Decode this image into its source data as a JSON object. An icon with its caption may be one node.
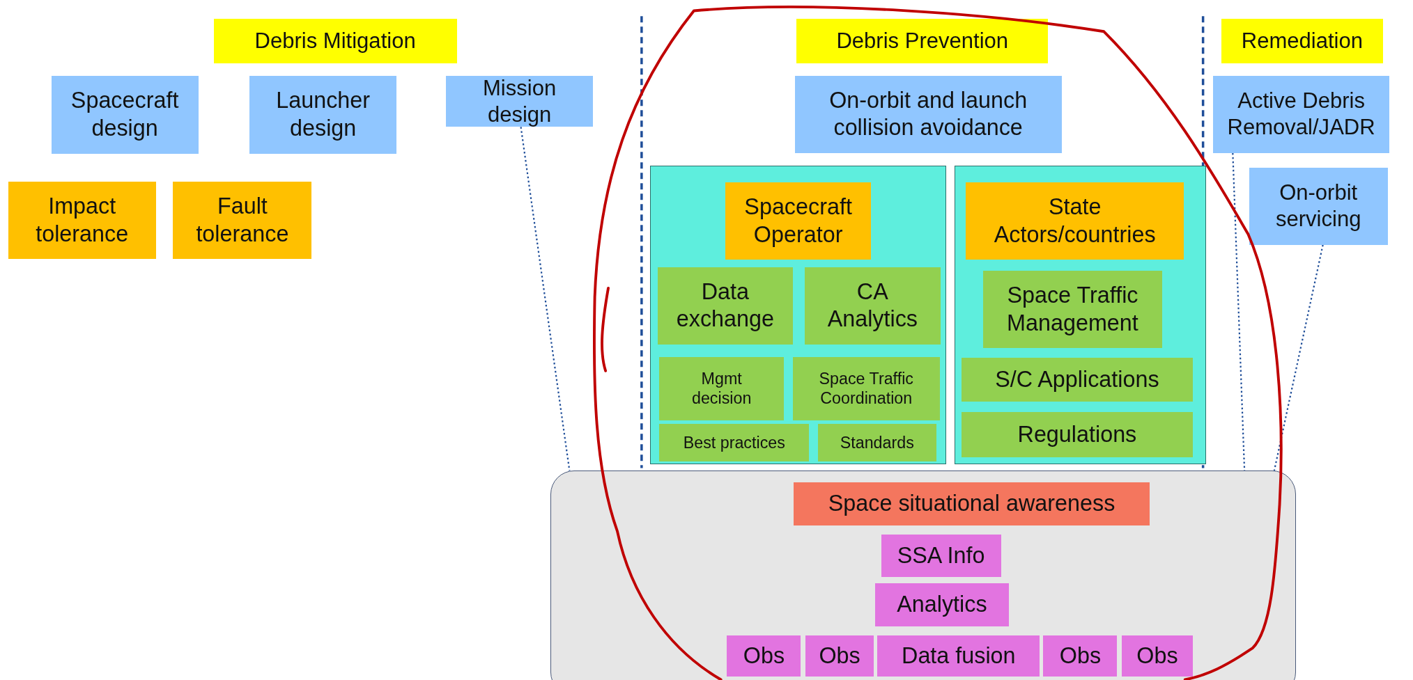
{
  "diagram": {
    "nodes": [
      {
        "text": [
          "Debris Mitigation"
        ]
      },
      {
        "text": [
          "Spacecraft design"
        ]
      },
      {
        "text": [
          "Launcher design"
        ]
      },
      {
        "text": [
          "Mission design"
        ]
      },
      {
        "text": [
          "Impact tolerance"
        ]
      },
      {
        "text": [
          "Fault tolerance"
        ]
      },
      {
        "text": [
          "Debris Prevention"
        ]
      },
      {
        "text": [
          "On-orbit and launch collision avoidance"
        ]
      },
      {
        "text": [],
        "shape": "box"
      },
      {
        "text": [
          "Spacecraft Operator"
        ],
        "in": 8
      },
      {
        "text": [
          "Data exchange"
        ],
        "in": 8
      },
      {
        "text": [
          "CA Analytics"
        ],
        "in": 8
      },
      {
        "text": [
          "Mgmt decision"
        ],
        "in": 8
      },
      {
        "text": [
          "Space Traffic Coordination"
        ],
        "in": 8
      },
      {
        "text": [
          "Best practices"
        ],
        "in": 8
      },
      {
        "text": [
          "Standards"
        ],
        "in": 8
      },
      {
        "text": [],
        "shape": "box"
      },
      {
        "text": [
          "State Actors/countries"
        ],
        "in": 16
      },
      {
        "text": [
          "Space Traffic Management"
        ],
        "in": 16
      },
      {
        "text": [
          "S/C Applications"
        ],
        "in": 16
      },
      {
        "text": [
          "Regulations"
        ],
        "in": 16
      },
      {
        "text": [
          "Remediation"
        ]
      },
      {
        "text": [
          "Active Debris Removal/JADR"
        ]
      },
      {
        "text": [
          "On-orbit servicing"
        ]
      },
      {
        "text": [],
        "shape": "box"
      },
      {
        "text": [
          "Space situational awareness"
        ],
        "in": 24
      },
      {
        "text": [
          "SSA Info"
        ],
        "in": 24
      },
      {
        "text": [
          "Analytics"
        ],
        "in": 24
      },
      {
        "text": [
          "Obs"
        ],
        "in": 24
      },
      {
        "text": [
          "Obs"
        ],
        "in": 24
      },
      {
        "text": [
          "Data fusion"
        ],
        "in": 24
      },
      {
        "text": [
          "Obs"
        ],
        "in": 24
      },
      {
        "text": [
          "Obs"
        ],
        "in": 24
      }
    ],
    "edges": [
      {
        "from": 3,
        "to": 24,
        "arrow": "none",
        "style": "dashed"
      },
      {
        "from": 22,
        "to": 24,
        "arrow": "none",
        "style": "dashed"
      },
      {
        "from": 23,
        "to": 24,
        "arrow": "none",
        "style": "dashed"
      }
    ]
  }
}
